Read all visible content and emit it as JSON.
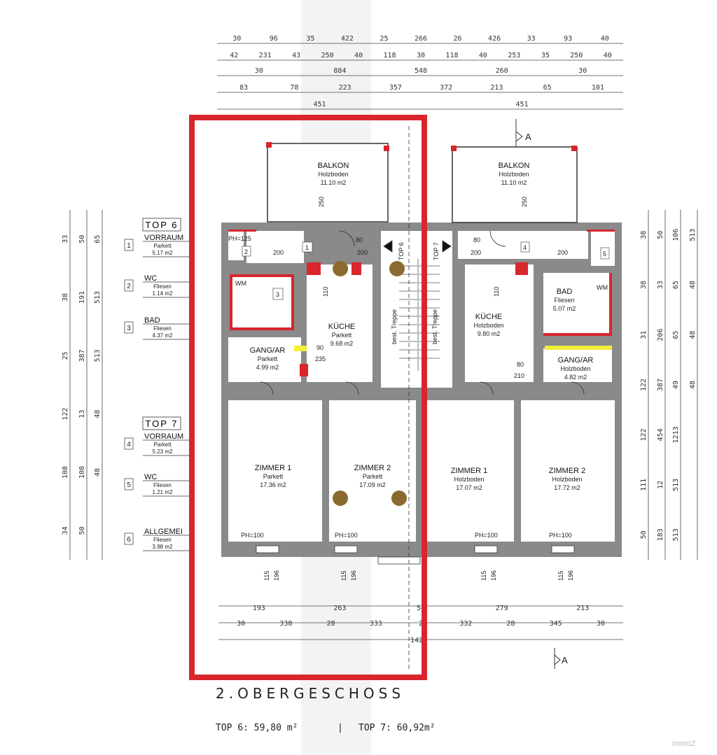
{
  "colors": {
    "highlight": "#d8262c",
    "walls": "#8a8a8a",
    "marker": "#f2ee3a"
  },
  "title": "2.OBERGESCHOSS",
  "totals": {
    "top6": "TOP 6: 59,80 m²",
    "separator": "|",
    "top7": "TOP 7: 60,92m²"
  },
  "watermark": "immoZ",
  "section_marker": "A",
  "top_dims": {
    "row1": [
      "30",
      "96",
      "35",
      "422",
      "25",
      "266",
      "26",
      "426",
      "33",
      "93",
      "40"
    ],
    "row2": [
      "42",
      "231",
      "43",
      "250",
      "40",
      "118",
      "30",
      "118",
      "40",
      "253",
      "35",
      "250",
      "40"
    ],
    "row3": [
      "30",
      "884",
      "548",
      "260",
      "30"
    ],
    "row4": [
      "83",
      "78",
      "223",
      "357",
      "372",
      "213",
      "65",
      "101"
    ],
    "row5": [
      "451",
      "451"
    ]
  },
  "bottom_dims": {
    "row1": [
      "193",
      "263",
      "54",
      "279",
      "213"
    ],
    "row2": [
      "30",
      "338",
      "28",
      "333",
      "2",
      "332",
      "28",
      "345",
      "30"
    ],
    "row3": [
      "142"
    ]
  },
  "left_dims": [
    "33",
    "38",
    "25",
    "122",
    "108",
    "34",
    "50",
    "191",
    "387",
    "13",
    "108",
    "50",
    "65",
    "513",
    "513",
    "48",
    "48"
  ],
  "right_dims": [
    "38",
    "38",
    "31",
    "122",
    "122",
    "111",
    "50",
    "50",
    "33",
    "206",
    "387",
    "454",
    "12",
    "183",
    "106",
    "65",
    "65",
    "49",
    "1213",
    "513",
    "513",
    "513",
    "48",
    "48",
    "48"
  ],
  "legend": {
    "top6_label": "TOP 6",
    "top7_label": "TOP 7",
    "items": [
      {
        "num": "1",
        "name": "VORRAUM",
        "floor": "Parkett",
        "area": "5.17 m2"
      },
      {
        "num": "2",
        "name": "WC",
        "floor": "Fliesen",
        "area": "1.14 m2"
      },
      {
        "num": "3",
        "name": "BAD",
        "floor": "Fliesen",
        "area": "4.37 m2"
      },
      {
        "num": "4",
        "name": "VORRAUM",
        "floor": "Parkett",
        "area": "5.23 m2"
      },
      {
        "num": "5",
        "name": "WC",
        "floor": "Fliesen",
        "area": "1.21 m2"
      },
      {
        "num": "6",
        "name": "ALLGEMEI",
        "floor": "Fliesen",
        "area": "3.98 m2"
      }
    ]
  },
  "rooms": {
    "balkon_left": {
      "name": "BALKON",
      "floor": "Holzboden",
      "area": "11.10 m2"
    },
    "balkon_right": {
      "name": "BALKON",
      "floor": "Holzboden",
      "area": "11.10 m2"
    },
    "kueche_left": {
      "name": "KÜCHE",
      "floor": "Parkett",
      "area": "9.68 m2"
    },
    "kueche_right": {
      "name": "KÜCHE",
      "floor": "Holzboden",
      "area": "9.80 m2"
    },
    "gang_left": {
      "name": "GANG/AR",
      "floor": "Parkett",
      "area": "4.99 m2"
    },
    "gang_right": {
      "name": "GANG/AR",
      "floor": "Holzboden",
      "area": "4.82 m2"
    },
    "bad_right": {
      "name": "BAD",
      "floor": "Fliesen",
      "area": "5.07 m2"
    },
    "zimmer1_left": {
      "name": "ZIMMER 1",
      "floor": "Parkett",
      "area": "17.36 m2"
    },
    "zimmer2_left": {
      "name": "ZIMMER 2",
      "floor": "Parkett",
      "area": "17.09 m2"
    },
    "zimmer1_right": {
      "name": "ZIMMER 1",
      "floor": "Holzboden",
      "area": "17.07 m2"
    },
    "zimmer2_right": {
      "name": "ZIMMER 2",
      "floor": "Holzboden",
      "area": "17.72 m2"
    }
  },
  "labels": {
    "top6_door": "TOP 6",
    "top7_door": "TOP 7",
    "stair_left": "best. Treppe",
    "stair_right": "best. Treppe",
    "ph100": "PH=100",
    "ph125": "PH=125",
    "wm": "WM",
    "num1": "1",
    "num2": "2",
    "num3": "3",
    "num4": "4",
    "num5": "5",
    "door_200": "200",
    "door_80": "80",
    "door_90": "90",
    "door_110": "110",
    "door_210": "210",
    "door_235": "235",
    "door_250": "250",
    "door_115": "115",
    "door_196": "196"
  }
}
